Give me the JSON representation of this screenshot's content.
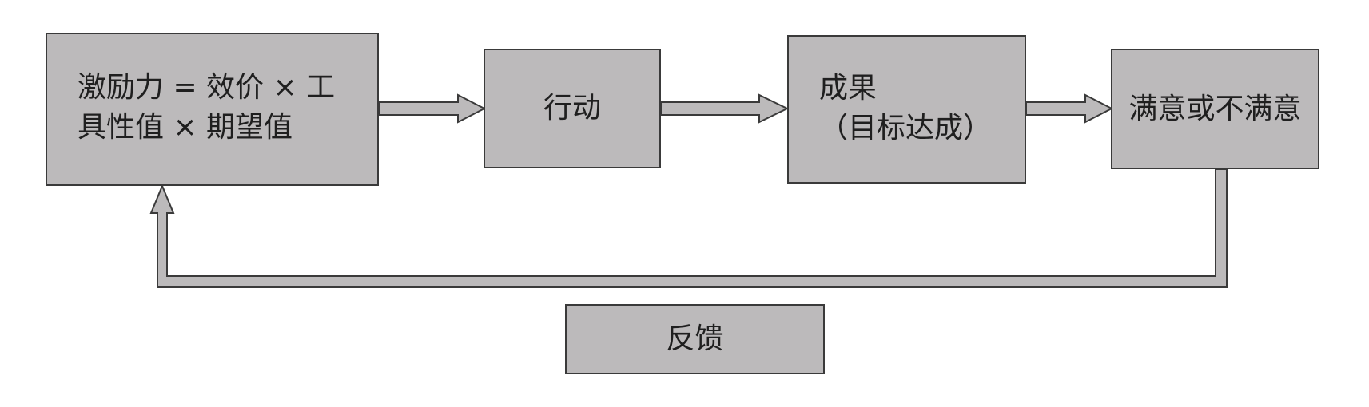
{
  "colors": {
    "box_fill": "#bcbabb",
    "stroke": "#3a3a3a",
    "text": "#1f1f1f"
  },
  "nodes": {
    "motivation": {
      "line1": "激励力 = 效价 × 工",
      "line2": "具性值 × 期望值"
    },
    "action": {
      "label": "行动"
    },
    "outcome": {
      "line1": "成果",
      "line2": "（目标达成）"
    },
    "satisfaction": {
      "label": "满意或不满意"
    },
    "feedback": {
      "label": "反馈"
    }
  }
}
